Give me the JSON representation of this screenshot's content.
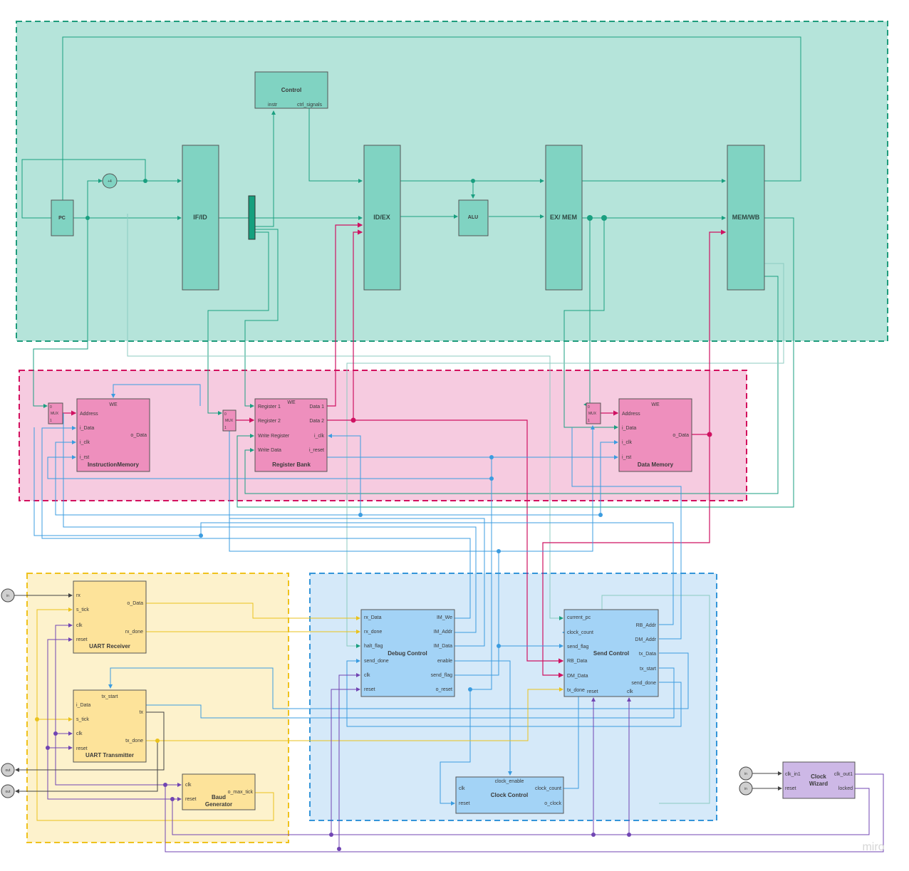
{
  "colors": {
    "pipeline_bg": "#b5e4da",
    "pipeline_border": "#1f9c7c",
    "block_green": "#80d3c2",
    "mem_bg": "#f6cbe0",
    "mem_border": "#d3105e",
    "block_pink": "#ee8fbd",
    "uart_bg": "#fdf2cc",
    "uart_border": "#efc21d",
    "block_yellow": "#fde39a",
    "debug_bg": "#d5e9f9",
    "debug_border": "#3495d9",
    "block_blue": "#a3d3f6",
    "block_purple": "#cdb8e6",
    "wire_green": "#1a9f80",
    "wire_pink": "#cf1262",
    "wire_blue": "#3b9ce0",
    "wire_yellow": "#eac21c",
    "wire_purple": "#7145b3",
    "wire_teal_light": "#8ccbc1"
  },
  "pipeline": {
    "pc": "PC",
    "adder": "+4",
    "ifid": "IF/ID",
    "idex": "ID/EX",
    "alu": "ALU",
    "exmem": "EX/ MEM",
    "memwb": "MEM/WB",
    "control": {
      "title": "Control",
      "instr": "instr",
      "ctrl": "ctrl_signals"
    }
  },
  "memory": {
    "mux_top": "0",
    "mux_label": "MUX",
    "mux_bottom": "1",
    "instr_mem": {
      "we": "WE",
      "address": "Address",
      "i_data": "i_Data",
      "i_clk": "i_clk",
      "i_rst": "i_rst",
      "o_data": "o_Data",
      "title": "InstructionMemory"
    },
    "reg_bank": {
      "we": "WE",
      "r1": "Register 1",
      "r2": "Register 2",
      "wr": "Write Register",
      "wd": "Write Data",
      "d1": "Data 1",
      "d2": "Data 2",
      "iclk": "i_clk",
      "ireset": "i_reset",
      "title": "Register Bank"
    },
    "data_mem": {
      "we": "WE",
      "address": "Address",
      "i_data": "i_Data",
      "i_clk": "i_clk",
      "i_rst": "i_rst",
      "o_data": "o_Data",
      "title": "Data Memory"
    }
  },
  "uart": {
    "in_label": "in",
    "out_label": "out",
    "receiver": {
      "rx": "rx",
      "s_tick": "s_tick",
      "clk": "clk",
      "reset": "reset",
      "o_data": "o_Data",
      "rx_done": "rx_done",
      "title": "UART Receiver"
    },
    "transmitter": {
      "tx_start": "tx_start",
      "i_data": "i_Data",
      "s_tick": "s_tick",
      "clk": "clk",
      "reset": "reset",
      "tx": "tx",
      "tx_done": "tx_done",
      "title": "UART Transmitter"
    },
    "baud": {
      "clk": "clk",
      "reset": "reset",
      "o_max_tick": "o_max_tick",
      "title1": "Baud",
      "title2": "Generator"
    }
  },
  "debug": {
    "debug_control": {
      "rx_data": "rx_Data",
      "rx_done": "rx_done",
      "halt_flag": "halt_flag",
      "send_done": "send_done",
      "clk": "clk",
      "reset": "reset",
      "im_we": "IM_We",
      "im_addr": "IM_Addr",
      "im_data": "IM_Data",
      "enable": "enable",
      "send_flag": "send_flag",
      "o_reset": "o_reset",
      "title": "Debug Control"
    },
    "send_control": {
      "current_pc": "current_pc",
      "clock_count": "clock_count",
      "send_flag": "send_flag",
      "rb_data": "RB_Data",
      "dm_data": "DM_Data",
      "tx_done": "tx_done",
      "reset": "reset",
      "clk": "clk",
      "rb_addr": "RB_Addr",
      "dm_addr": "DM_Addr",
      "tx_data": "tx_Data",
      "tx_start": "tx_start",
      "send_done": "send_done",
      "title": "Send Control"
    },
    "clock_control": {
      "clock_enable": "clock_enable",
      "clk": "clk",
      "reset": "reset",
      "clock_count": "clock_count",
      "o_clock": "o_clock",
      "title": "Clock Control"
    }
  },
  "clock_wizard": {
    "in_label": "in",
    "clk_in1": "clk_in1",
    "reset": "reset",
    "clk_out1": "clk_out1",
    "locked": "locked",
    "title1": "Clock",
    "title2": "Wizard"
  },
  "watermark": "miro"
}
